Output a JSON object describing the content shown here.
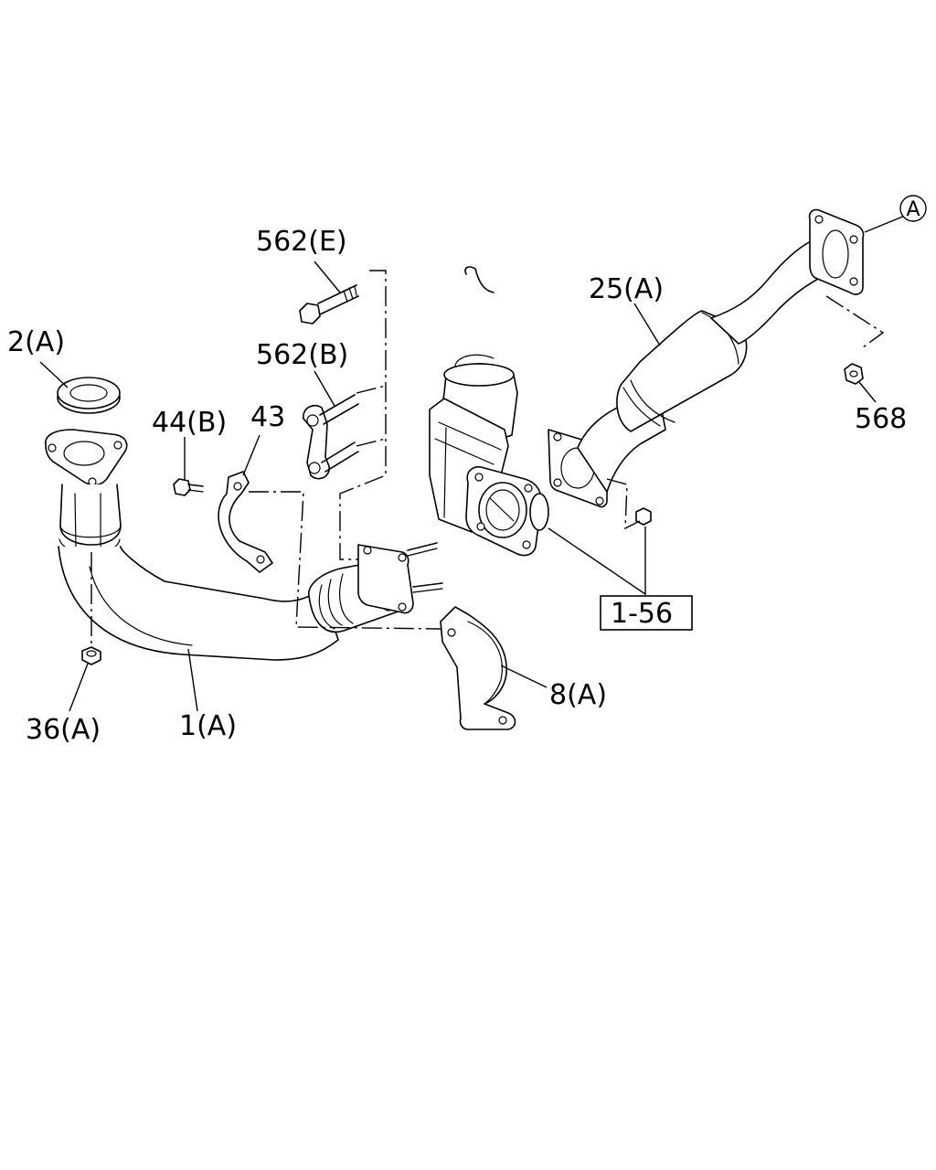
{
  "labels": {
    "p562e": "562(E)",
    "p562b": "562(B)",
    "p2a": "2(A)",
    "p44b": "44(B)",
    "p43": "43",
    "p25a": "25(A)",
    "p568": "568",
    "p36a": "36(A)",
    "p1a": "1(A)",
    "p8a": "8(A)"
  },
  "reference_box": {
    "text": "1-56"
  },
  "circled_marker": {
    "text": "A"
  },
  "colors": {
    "line": "#000000",
    "background": "#ffffff"
  }
}
